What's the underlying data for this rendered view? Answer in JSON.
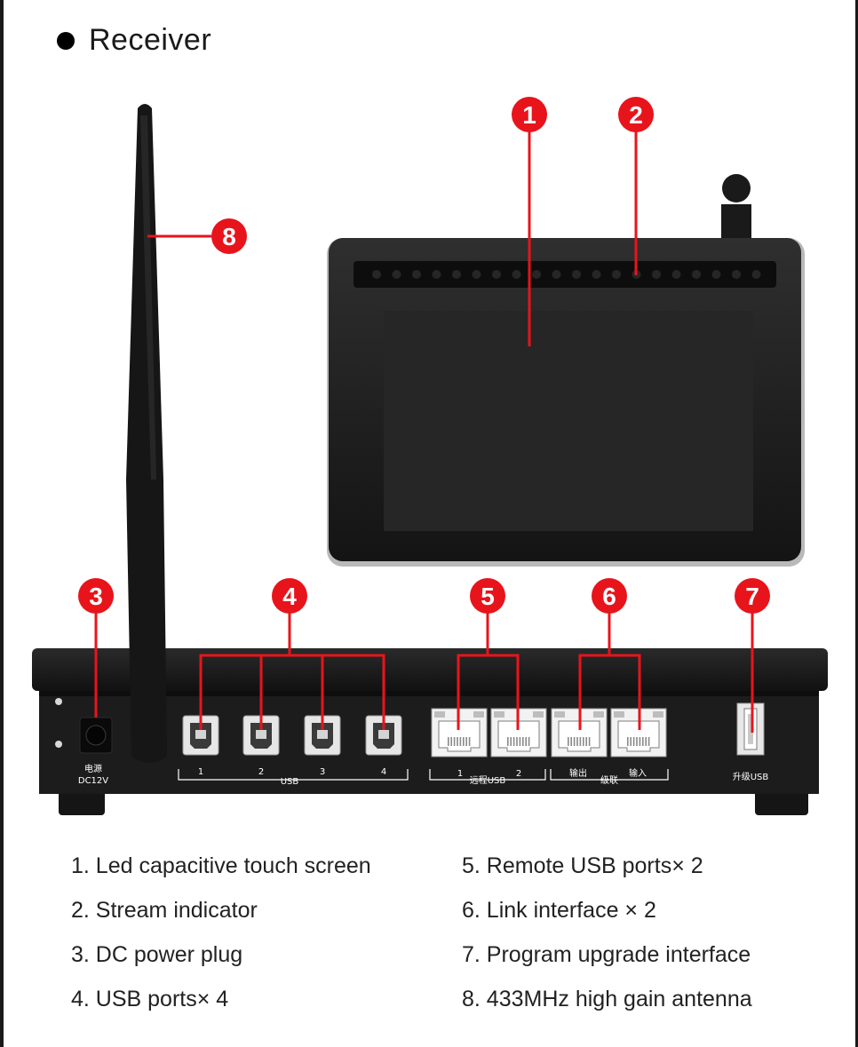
{
  "title": "Receiver",
  "port_labels": {
    "power_top": "电源",
    "power_bottom": "DC12V",
    "usb_1": "1",
    "usb_2": "2",
    "usb_3": "3",
    "usb_4": "4",
    "usb_group": "USB",
    "remote_1": "1",
    "remote_group": "远程USB",
    "remote_2": "2",
    "link_out": "输出",
    "link_group": "级联",
    "link_in": "输入",
    "upgrade": "升级USB"
  },
  "callouts": [
    "1",
    "2",
    "3",
    "4",
    "5",
    "6",
    "7",
    "8"
  ],
  "legend_left": [
    "1. Led capacitive touch screen",
    "2. Stream indicator",
    "3. DC power plug",
    "4. USB ports× 4"
  ],
  "legend_right": [
    "5. Remote USB  ports× 2",
    "6. Link interface × 2",
    "7. Program upgrade interface",
    "8. 433MHz high gain antenna"
  ],
  "colors": {
    "callout_red": "#e8141b",
    "device_body": "#1c1c1c",
    "screen": "#262626"
  }
}
